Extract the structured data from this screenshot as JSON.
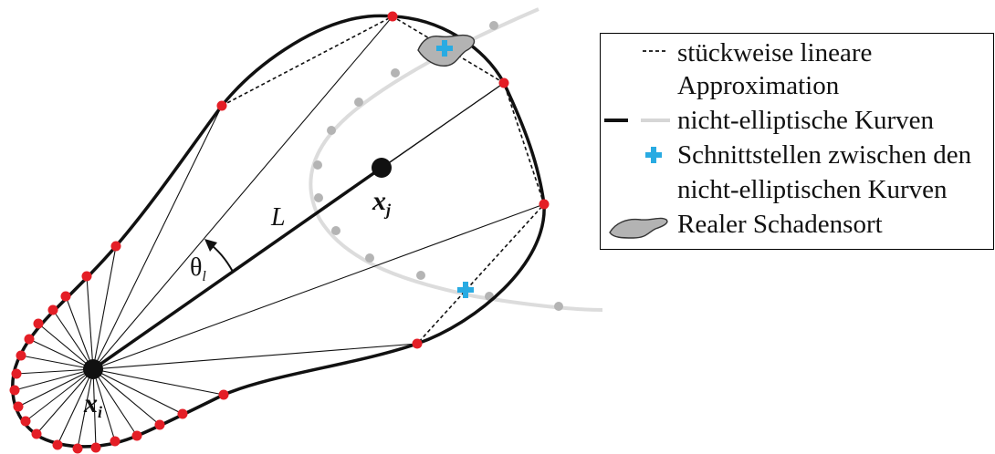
{
  "labels": {
    "xi_base": "x",
    "xi_sub": "i",
    "xj_base": "x",
    "xj_sub": "j",
    "length": "L",
    "theta_base": "θ",
    "theta_sub": "l"
  },
  "legend": {
    "items": [
      {
        "symbol": "dashed-line",
        "lines": [
          "stückweise lineare",
          "Approximation"
        ]
      },
      {
        "symbol": "solid-black-and-gray-lines",
        "lines": [
          "nicht-elliptische Kurven"
        ]
      },
      {
        "symbol": "blue-cross",
        "lines": [
          "Schnittstellen zwischen den",
          "nicht-elliptischen Kurven"
        ]
      },
      {
        "symbol": "gray-damage-shape",
        "lines": [
          "Realer Schadensort"
        ]
      }
    ]
  },
  "colors": {
    "curve": "#111111",
    "gray_curve": "#dcdcdc",
    "gray_dots": "#b4b4b4",
    "red_points": "#e41e26",
    "blue_cross": "#29abe2",
    "damage_fill": "#b3b3b3"
  }
}
